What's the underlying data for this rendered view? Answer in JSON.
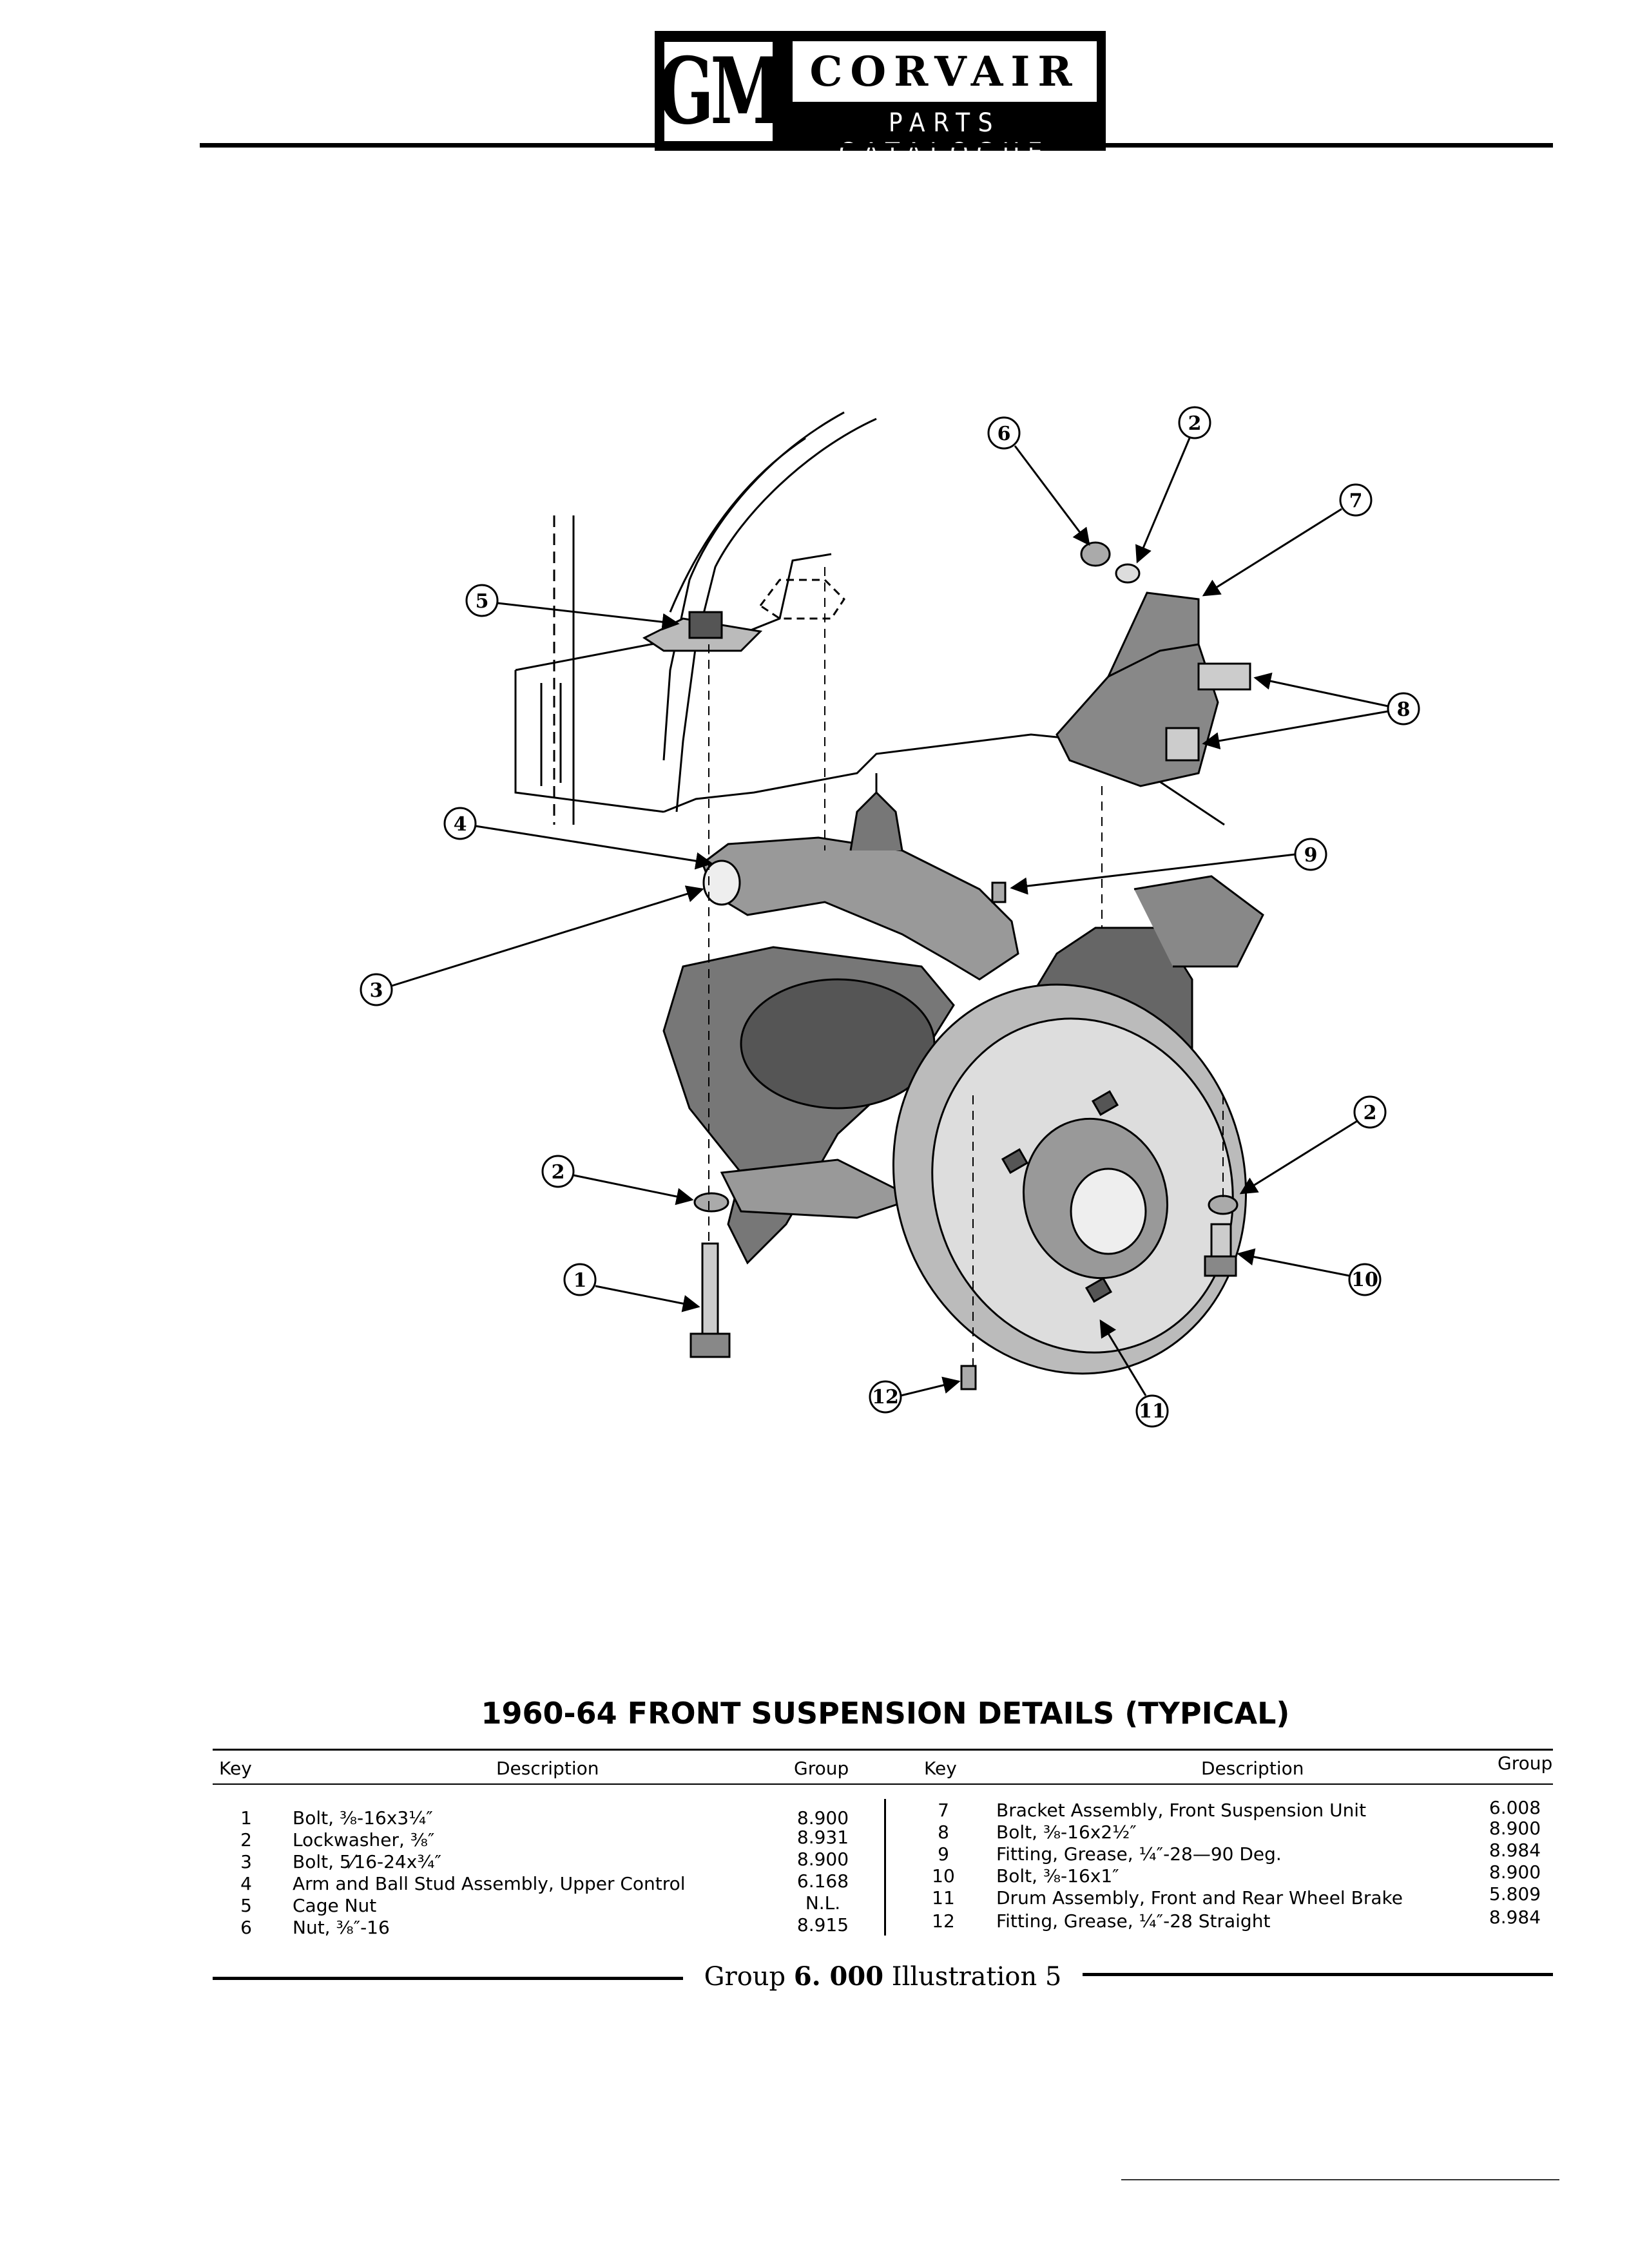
{
  "header": {
    "logo": "GM",
    "model": "CORVAIR",
    "catalogue": "PARTS CATALOGUE"
  },
  "diagram": {
    "callouts": [
      "6",
      "2",
      "7",
      "5",
      "8",
      "4",
      "9",
      "3",
      "2",
      "2",
      "1",
      "10",
      "12",
      "11"
    ]
  },
  "title": "1960-64 FRONT SUSPENSION DETAILS (TYPICAL)",
  "table": {
    "headers": {
      "key": "Key",
      "description": "Description",
      "group": "Group"
    },
    "left": [
      {
        "key": "1",
        "description": "Bolt, ⅜-16x3¼″",
        "group": "8.900"
      },
      {
        "key": "2",
        "description": "Lockwasher, ⅜″",
        "group": "8.931"
      },
      {
        "key": "3",
        "description": "Bolt, 5⁄16-24x¾″",
        "group": "8.900"
      },
      {
        "key": "4",
        "description": "Arm and Ball Stud Assembly, Upper Control",
        "group": "6.168"
      },
      {
        "key": "5",
        "description": "Cage Nut",
        "group": "N.L."
      },
      {
        "key": "6",
        "description": "Nut, ⅜″-16",
        "group": "8.915"
      }
    ],
    "right": [
      {
        "key": "7",
        "description": "Bracket Assembly, Front Suspension Unit",
        "group": "6.008"
      },
      {
        "key": "8",
        "description": "Bolt, ⅜-16x2½″",
        "group": "8.900"
      },
      {
        "key": "9",
        "description": "Fitting, Grease, ¼″-28—90 Deg.",
        "group": "8.984"
      },
      {
        "key": "10",
        "description": "Bolt, ⅜-16x1″",
        "group": "8.900"
      },
      {
        "key": "11",
        "description": "Drum Assembly, Front and Rear Wheel Brake",
        "group": "5.809"
      },
      {
        "key": "12",
        "description": "Fitting, Grease, ¼″-28 Straight",
        "group": "8.984"
      }
    ]
  },
  "footer": {
    "group_label": "Group",
    "group_number": "6. 000",
    "illustration": "Illustration 5"
  }
}
